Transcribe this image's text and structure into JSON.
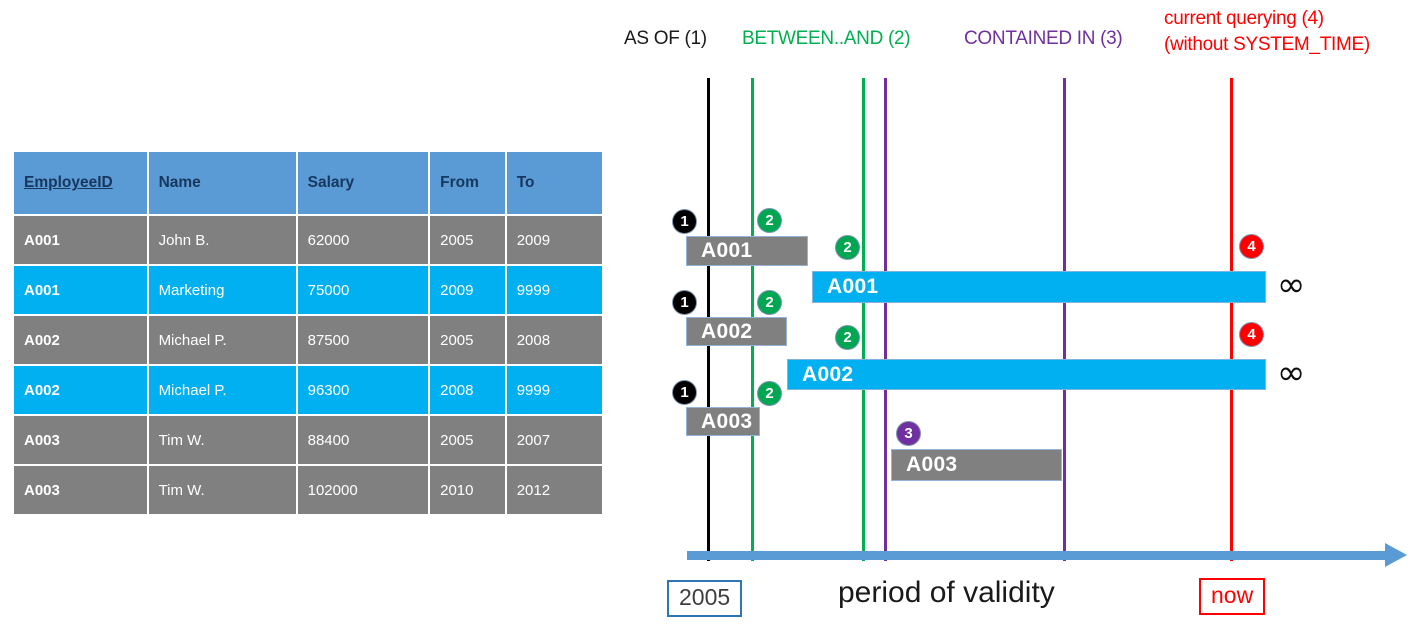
{
  "table": {
    "columns": [
      {
        "key": "EmployeeID",
        "label": "EmployeeID",
        "underlined": true
      },
      {
        "key": "Name",
        "label": "Name",
        "underlined": false
      },
      {
        "key": "Salary",
        "label": "Salary",
        "underlined": false
      },
      {
        "key": "From",
        "label": "From",
        "underlined": false
      },
      {
        "key": "To",
        "label": "To",
        "underlined": false
      }
    ],
    "rows": [
      {
        "style": "gray",
        "cells": [
          "A001",
          "John  B.",
          "62000",
          "2005",
          "2009"
        ]
      },
      {
        "style": "blue",
        "cells": [
          "A001",
          "Marketing",
          "75000",
          "2009",
          "9999"
        ]
      },
      {
        "style": "gray",
        "cells": [
          "A002",
          "Michael P.",
          "87500",
          "2005",
          "2008"
        ]
      },
      {
        "style": "blue",
        "cells": [
          "A002",
          "Michael P.",
          "96300",
          "2008",
          "9999"
        ]
      },
      {
        "style": "gray",
        "cells": [
          "A003",
          "Tim W.",
          "88400",
          "2005",
          "2007"
        ]
      },
      {
        "style": "gray",
        "cells": [
          "A003",
          "Tim W.",
          "102000",
          "2010",
          "2012"
        ]
      }
    ],
    "header_bg": "#5B9BD5",
    "header_fg": "#17375E",
    "gray_row_bg": "#808080",
    "blue_row_bg": "#00B0F0"
  },
  "diagram": {
    "legend": [
      {
        "id": "asof",
        "text": "AS OF (1)",
        "color": "#1a1a1a"
      },
      {
        "id": "between",
        "text": "BETWEEN..AND (2)",
        "color": "#00B050"
      },
      {
        "id": "contained",
        "text": "CONTAINED IN (3)",
        "color": "#7030A0"
      },
      {
        "id": "current",
        "text": "current querying (4)",
        "text2": "(without SYSTEM_TIME)",
        "color": "#FF0000"
      }
    ],
    "bars": [
      {
        "id": "a001-hist",
        "label": "A001",
        "style": "gray"
      },
      {
        "id": "a001-cur",
        "label": "A001",
        "style": "blue"
      },
      {
        "id": "a002-hist",
        "label": "A002",
        "style": "gray"
      },
      {
        "id": "a002-cur",
        "label": "A002",
        "style": "blue"
      },
      {
        "id": "a003-hist",
        "label": "A003",
        "style": "gray"
      },
      {
        "id": "a003-old",
        "label": "A003",
        "style": "gray"
      }
    ],
    "badges": {
      "one": "1",
      "two": "2",
      "three": "3",
      "four": "4"
    },
    "infinity_symbol": "∞",
    "axis": {
      "start_label": "2005",
      "center_label": "period of validity",
      "end_label": "now",
      "color": "#5B9BD5"
    }
  }
}
